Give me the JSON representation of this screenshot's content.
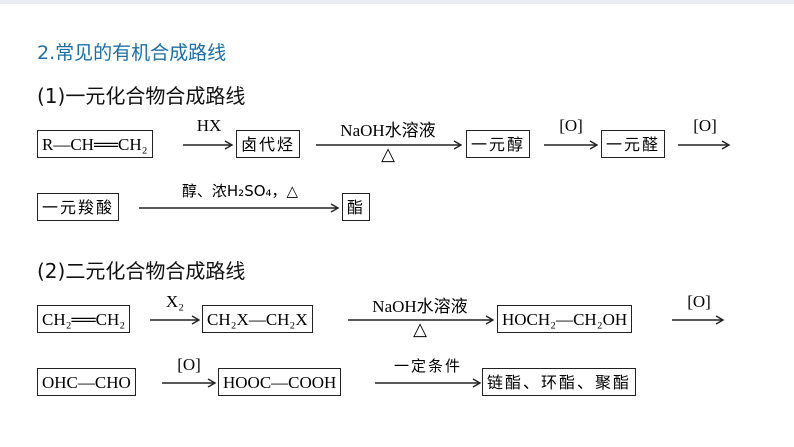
{
  "section_title": "2.常见的有机合成路线",
  "route1": {
    "title": "(1)一元化合物合成路线",
    "alkene": "R—CH══CH₂",
    "reagent_hx": "HX",
    "haloalkane": "卤代烃",
    "reagent_naoh": "NaOH水溶液",
    "heat": "△",
    "alcohol": "一元醇",
    "oxidant1": "[O]",
    "aldehyde": "一元醛",
    "oxidant2": "[O]",
    "acid": "一元羧酸",
    "esterify": "醇、浓H₂SO₄，△",
    "ester": "酯"
  },
  "route2": {
    "title": "(2)二元化合物合成路线",
    "ethylene": "CH₂══CH₂",
    "reagent_x2": "X₂",
    "dihalide": "CH₂X—CH₂X",
    "reagent_naoh": "NaOH水溶液",
    "heat": "△",
    "diol": "HOCH₂—CH₂OH",
    "oxidant1": "[O]",
    "dialdehyde": "OHC—CHO",
    "oxidant2": "[O]",
    "diacid": "HOOC—COOH",
    "condition": "一定条件",
    "esters": "链酯、环酯、聚酯"
  }
}
